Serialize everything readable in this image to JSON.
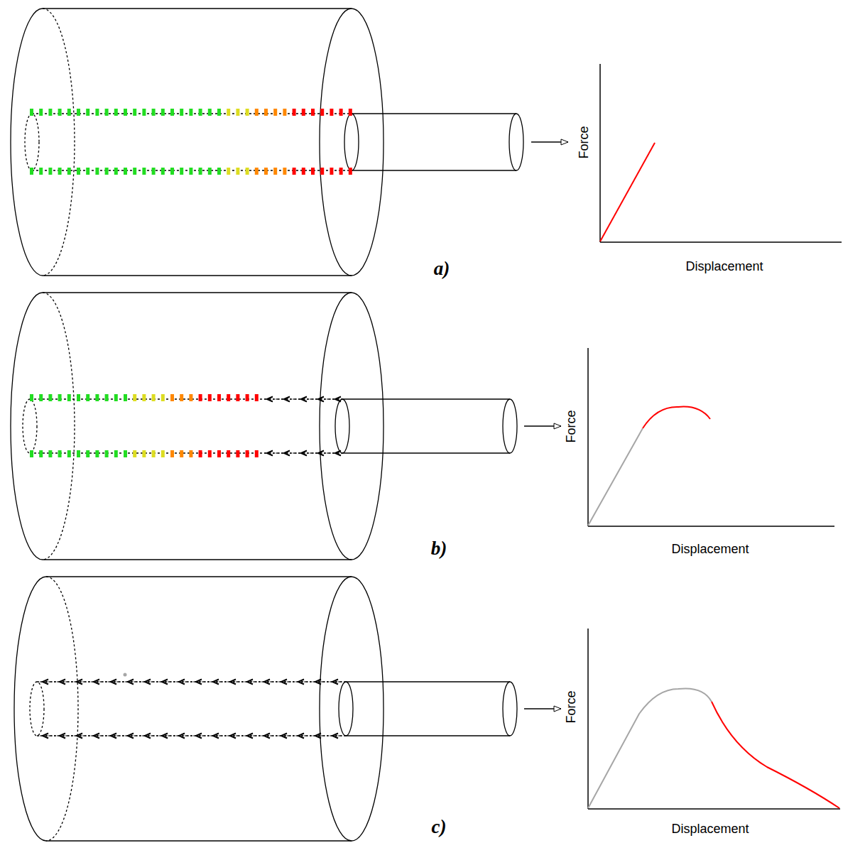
{
  "diagram": {
    "labels": [
      "Force",
      "Displacement",
      "a)",
      "Force",
      "Displacement",
      "b)",
      "Force",
      "Displacement",
      "c)"
    ]
  }
}
